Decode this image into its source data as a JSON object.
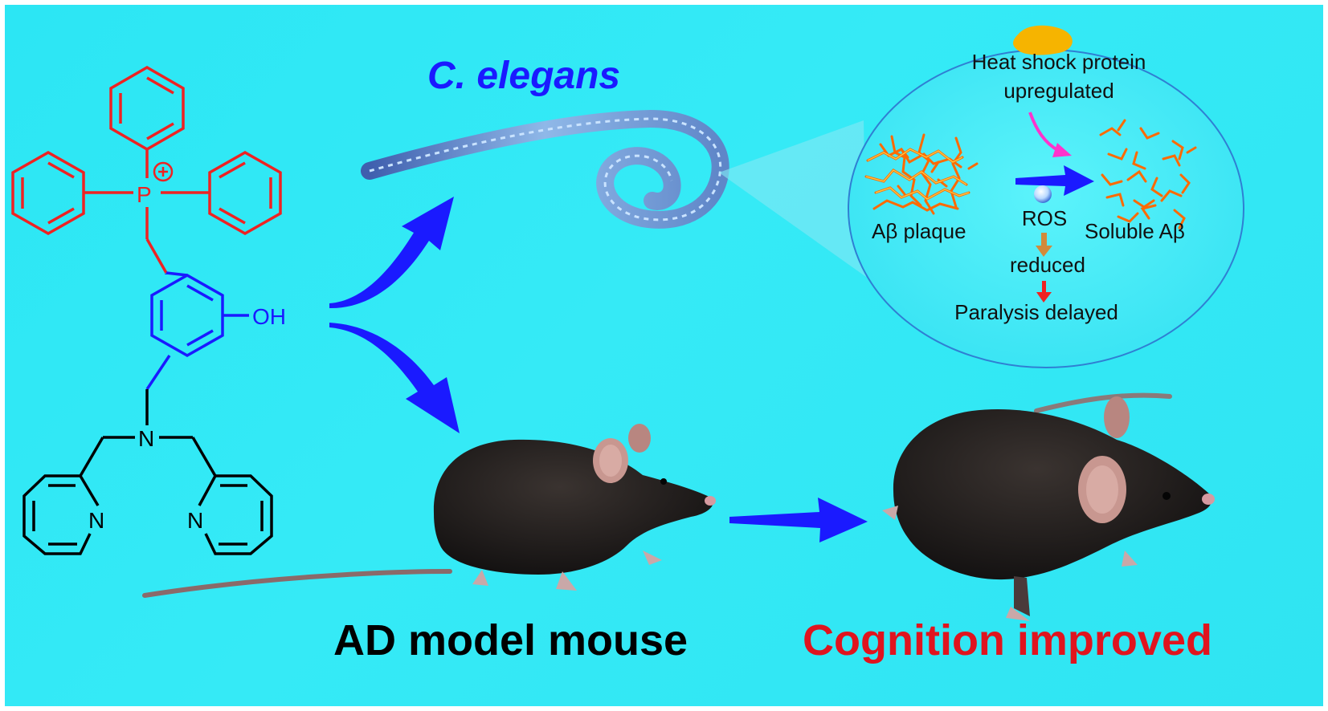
{
  "molecule": {
    "phosphonium_label": "P",
    "charge_label": "⊕",
    "hydroxyl_label": "OH",
    "amine_label": "N",
    "pyridine_n_left": "N",
    "pyridine_n_right": "N"
  },
  "worm": {
    "title": "C. elegans"
  },
  "mechanism": {
    "hsp_line1": "Heat shock protein",
    "hsp_line2": "upregulated",
    "plaque_label": "Aβ plaque",
    "soluble_label": "Soluble Aβ",
    "ros_label": "ROS",
    "ros_effect": "reduced",
    "outcome": "Paralysis delayed"
  },
  "mouse": {
    "model_caption": "AD model mouse",
    "result_caption": "Cognition improved"
  },
  "colors": {
    "background": "#30e8f5",
    "red": "#ee2222",
    "blue": "#1a1aff",
    "black": "#000000",
    "caption_red": "#e0141e"
  }
}
